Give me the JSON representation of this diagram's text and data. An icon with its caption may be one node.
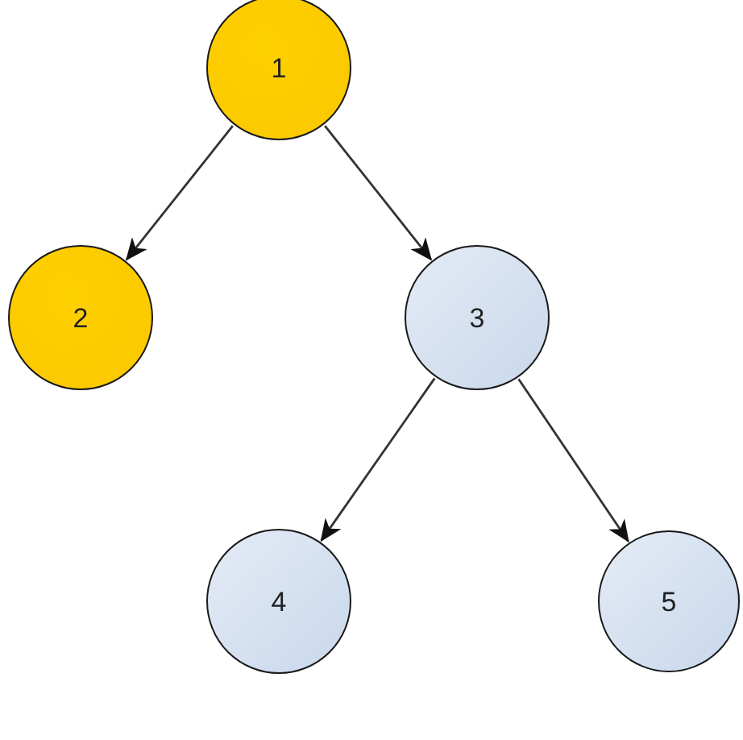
{
  "diagram": {
    "nodes": [
      {
        "text": [
          "1"
        ]
      },
      {
        "text": [
          "2"
        ]
      },
      {
        "text": [
          "3"
        ]
      },
      {
        "text": [
          "4"
        ]
      },
      {
        "text": [
          "5"
        ]
      }
    ],
    "edges": [
      {
        "from": 0,
        "to": 1,
        "arrow": "to"
      },
      {
        "from": 0,
        "to": 2,
        "arrow": "to"
      },
      {
        "from": 2,
        "to": 3,
        "arrow": "to"
      },
      {
        "from": 2,
        "to": 4,
        "arrow": "to"
      }
    ]
  }
}
